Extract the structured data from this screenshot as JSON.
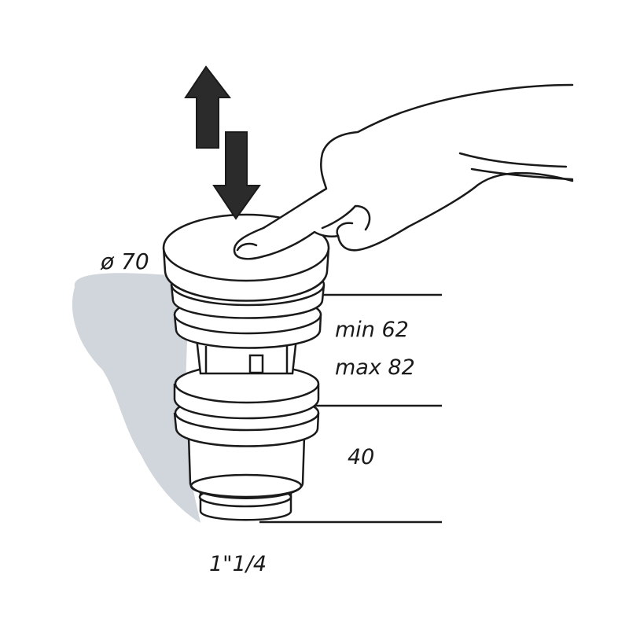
{
  "labels": {
    "diameter": "ø 70",
    "min_height": "min 62",
    "max_height": "max 82",
    "body_height": "40",
    "thread": "1\"1/4"
  },
  "colors": {
    "ink": "#1a1a1a",
    "shadow": "#d0d6dc",
    "arrow": "#2b2b2b",
    "background": "#ffffff"
  }
}
